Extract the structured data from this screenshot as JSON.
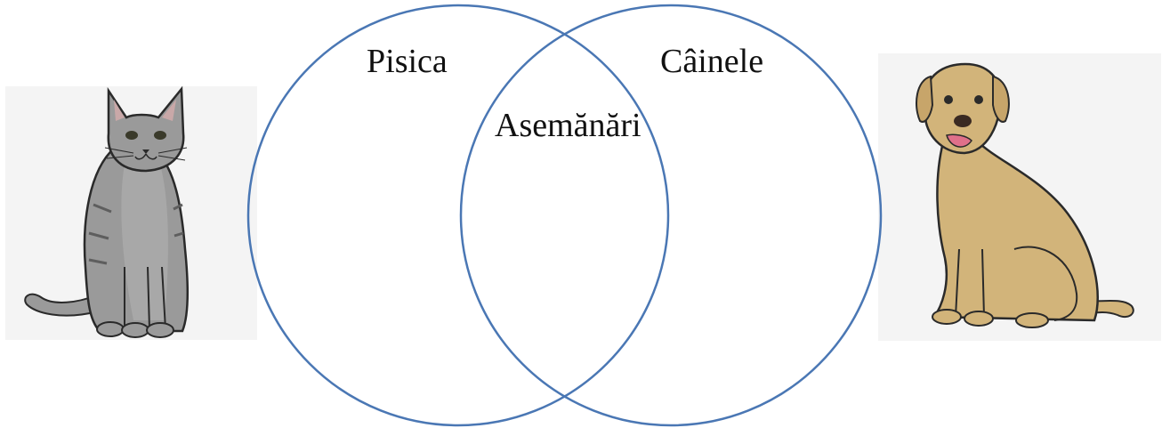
{
  "diagram": {
    "type": "venn",
    "left_set": {
      "label": "Pisica",
      "image": "cat-illustration"
    },
    "right_set": {
      "label": "Câinele",
      "image": "dog-illustration"
    },
    "intersection": {
      "label": "Asemănări"
    },
    "colors": {
      "circle_stroke": "#4a77b4",
      "cat_fur": "#9a9a9a",
      "cat_stripes": "#6e6e6e",
      "dog_fur": "#d2b47a",
      "dog_tongue": "#e0708a",
      "image_background": "#f4f4f4"
    }
  }
}
